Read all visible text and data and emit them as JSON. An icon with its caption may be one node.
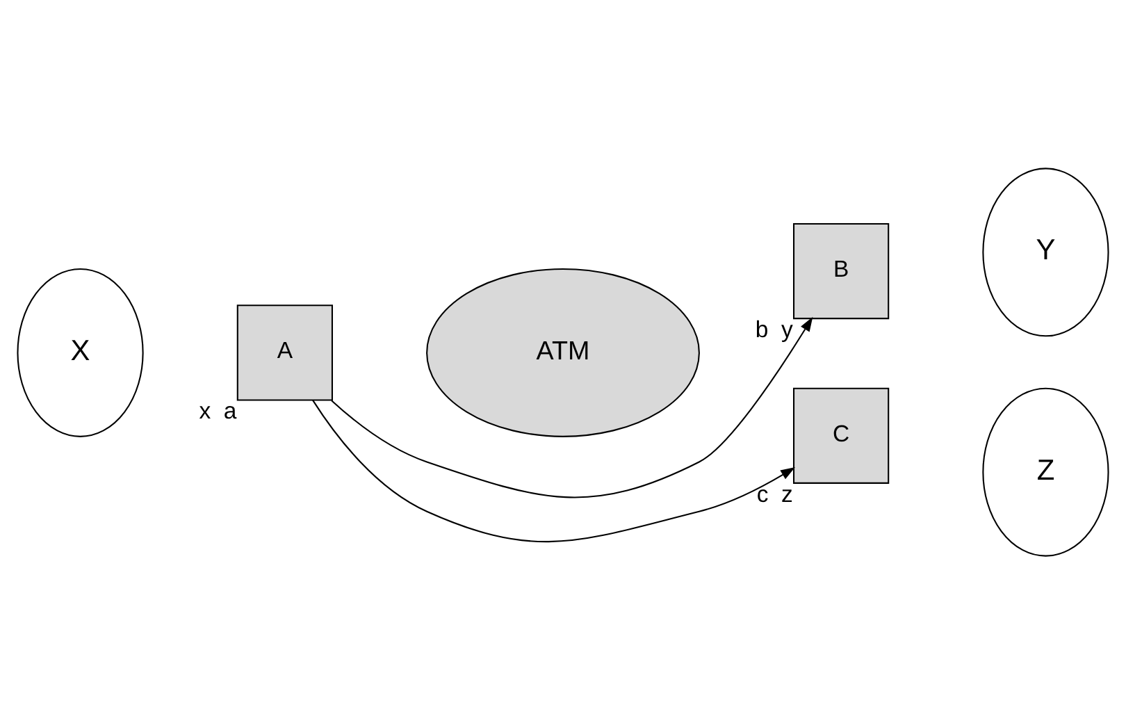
{
  "diagram": {
    "nodes": [
      {
        "text": [
          "X"
        ]
      },
      {
        "text": [
          "A"
        ],
        "beside": [
          "x",
          "a"
        ]
      },
      {
        "text": [
          "ATM"
        ]
      },
      {
        "text": [
          "B"
        ],
        "beside": [
          "b",
          "y"
        ]
      },
      {
        "text": [
          "Y"
        ]
      },
      {
        "text": [
          "C"
        ],
        "beside": [
          "c",
          "z"
        ]
      },
      {
        "text": [
          "Z"
        ]
      }
    ],
    "edges": [
      {
        "from": 1,
        "to": 3,
        "arrow": "to"
      },
      {
        "from": 1,
        "to": 5,
        "arrow": "to"
      }
    ]
  }
}
